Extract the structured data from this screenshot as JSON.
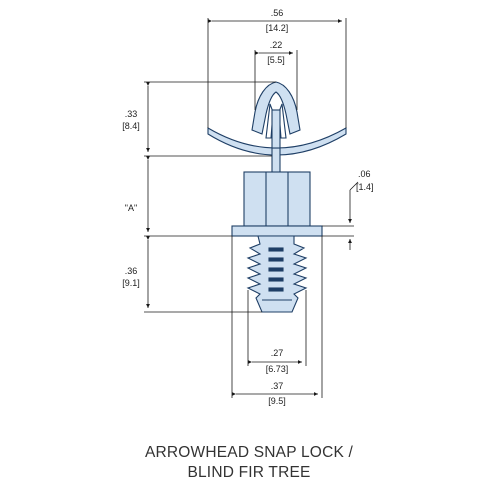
{
  "colors": {
    "part_fill": "#cfe0f1",
    "part_stroke": "#1f3f66",
    "dimension_line": "#1a1a1a",
    "accent_text": "#c0392b"
  },
  "dimensions": {
    "overall_width_in": ".56",
    "overall_width_mm": "[14.2]",
    "arrowhead_width_in": ".22",
    "arrowhead_width_mm": "[5.5]",
    "arrowhead_height_in": ".33",
    "arrowhead_height_mm": "[8.4]",
    "flange_thickness_in": ".06",
    "flange_thickness_mm": "[1.4]",
    "panel_label": "\"A\"",
    "fir_tree_height_in": ".36",
    "fir_tree_height_mm": "[9.1]",
    "fir_tree_width_in": ".27",
    "fir_tree_width_mm": "[6.73]",
    "flange_width_in": ".37",
    "flange_width_mm": "[9.5]"
  },
  "caption": {
    "line1": "ARROWHEAD SNAP LOCK /",
    "line2": "BLIND FIR TREE"
  }
}
